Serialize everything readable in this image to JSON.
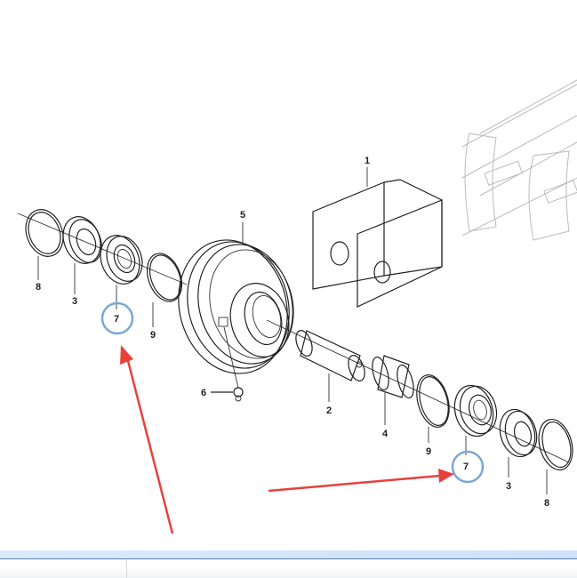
{
  "diagram": {
    "labels": {
      "part1": "1",
      "part2": "2",
      "part3_left": "3",
      "part3_right": "3",
      "part4": "4",
      "part5": "5",
      "part6": "6",
      "part7_left": "7",
      "part7_right": "7",
      "part8_left": "8",
      "part8_right": "8",
      "part9_left": "9",
      "part9_right": "9"
    },
    "annotation_colors": {
      "circle": "#7aa7d6",
      "arrow": "#e8413c"
    }
  }
}
